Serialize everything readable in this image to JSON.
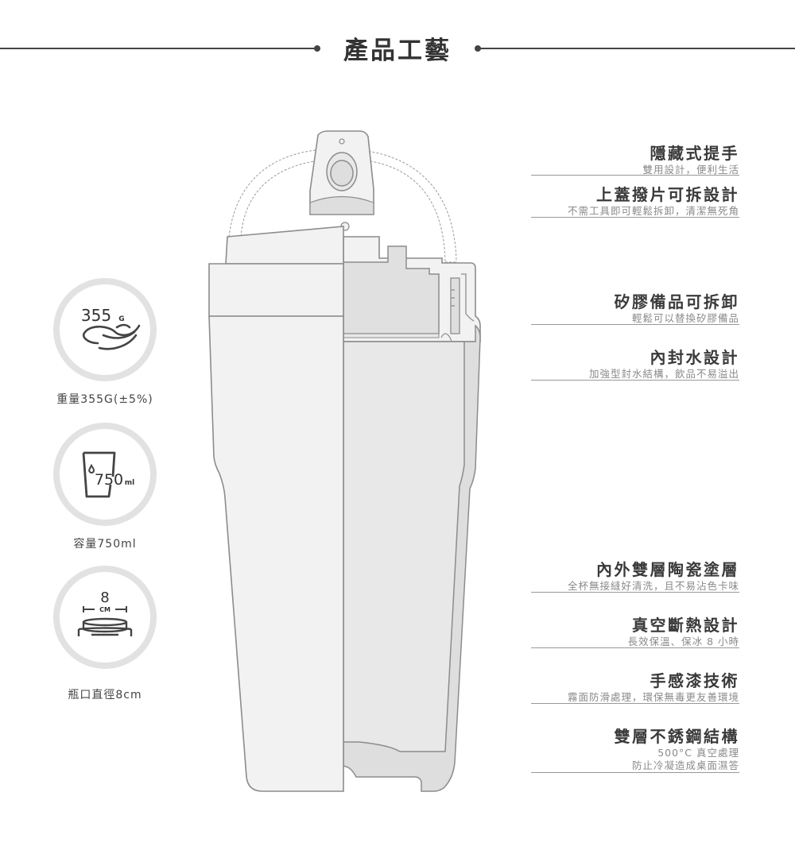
{
  "header": {
    "title": "產品工藝"
  },
  "specs": [
    {
      "icon": "feather-icon",
      "value": "355",
      "unit": "G",
      "label": "重量355G(±5%)"
    },
    {
      "icon": "cup-icon",
      "value": "750",
      "unit": "ml",
      "label": "容量750ml"
    },
    {
      "icon": "diameter-icon",
      "value": "8",
      "unit": "CM",
      "label": "瓶口直徑8cm"
    }
  ],
  "features": [
    {
      "title": "隱藏式提手",
      "desc": [
        "雙用設計，便利生活"
      ]
    },
    {
      "title": "上蓋撥片可拆設計",
      "desc": [
        "不需工具即可輕鬆拆卸，清潔無死角"
      ]
    },
    {
      "title": "矽膠備品可拆卸",
      "desc": [
        "輕鬆可以替換矽膠備品"
      ]
    },
    {
      "title": "內封水設計",
      "desc": [
        "加強型封水結構，飲品不易溢出"
      ]
    },
    {
      "title": "內外雙層陶瓷塗層",
      "desc": [
        "全杯無接縫好清洗，且不易沾色卡味"
      ]
    },
    {
      "title": "真空斷熱設計",
      "desc": [
        "長效保溫、保冰 8 小時"
      ]
    },
    {
      "title": "手感漆技術",
      "desc": [
        "霧面防滑處理，環保無毒更友善環境"
      ]
    },
    {
      "title": "雙層不銹鋼結構",
      "desc": [
        "500°C 真空處理",
        "防止冷凝造成桌面濕答"
      ]
    }
  ],
  "colors": {
    "outline": "#8c8c8c",
    "shell": "#f2f2f2",
    "inner": "#e8e8e8",
    "wall": "#dedede",
    "circle": "#e2e2e2",
    "text_dark": "#333333",
    "text_light": "#8a8a8a"
  }
}
